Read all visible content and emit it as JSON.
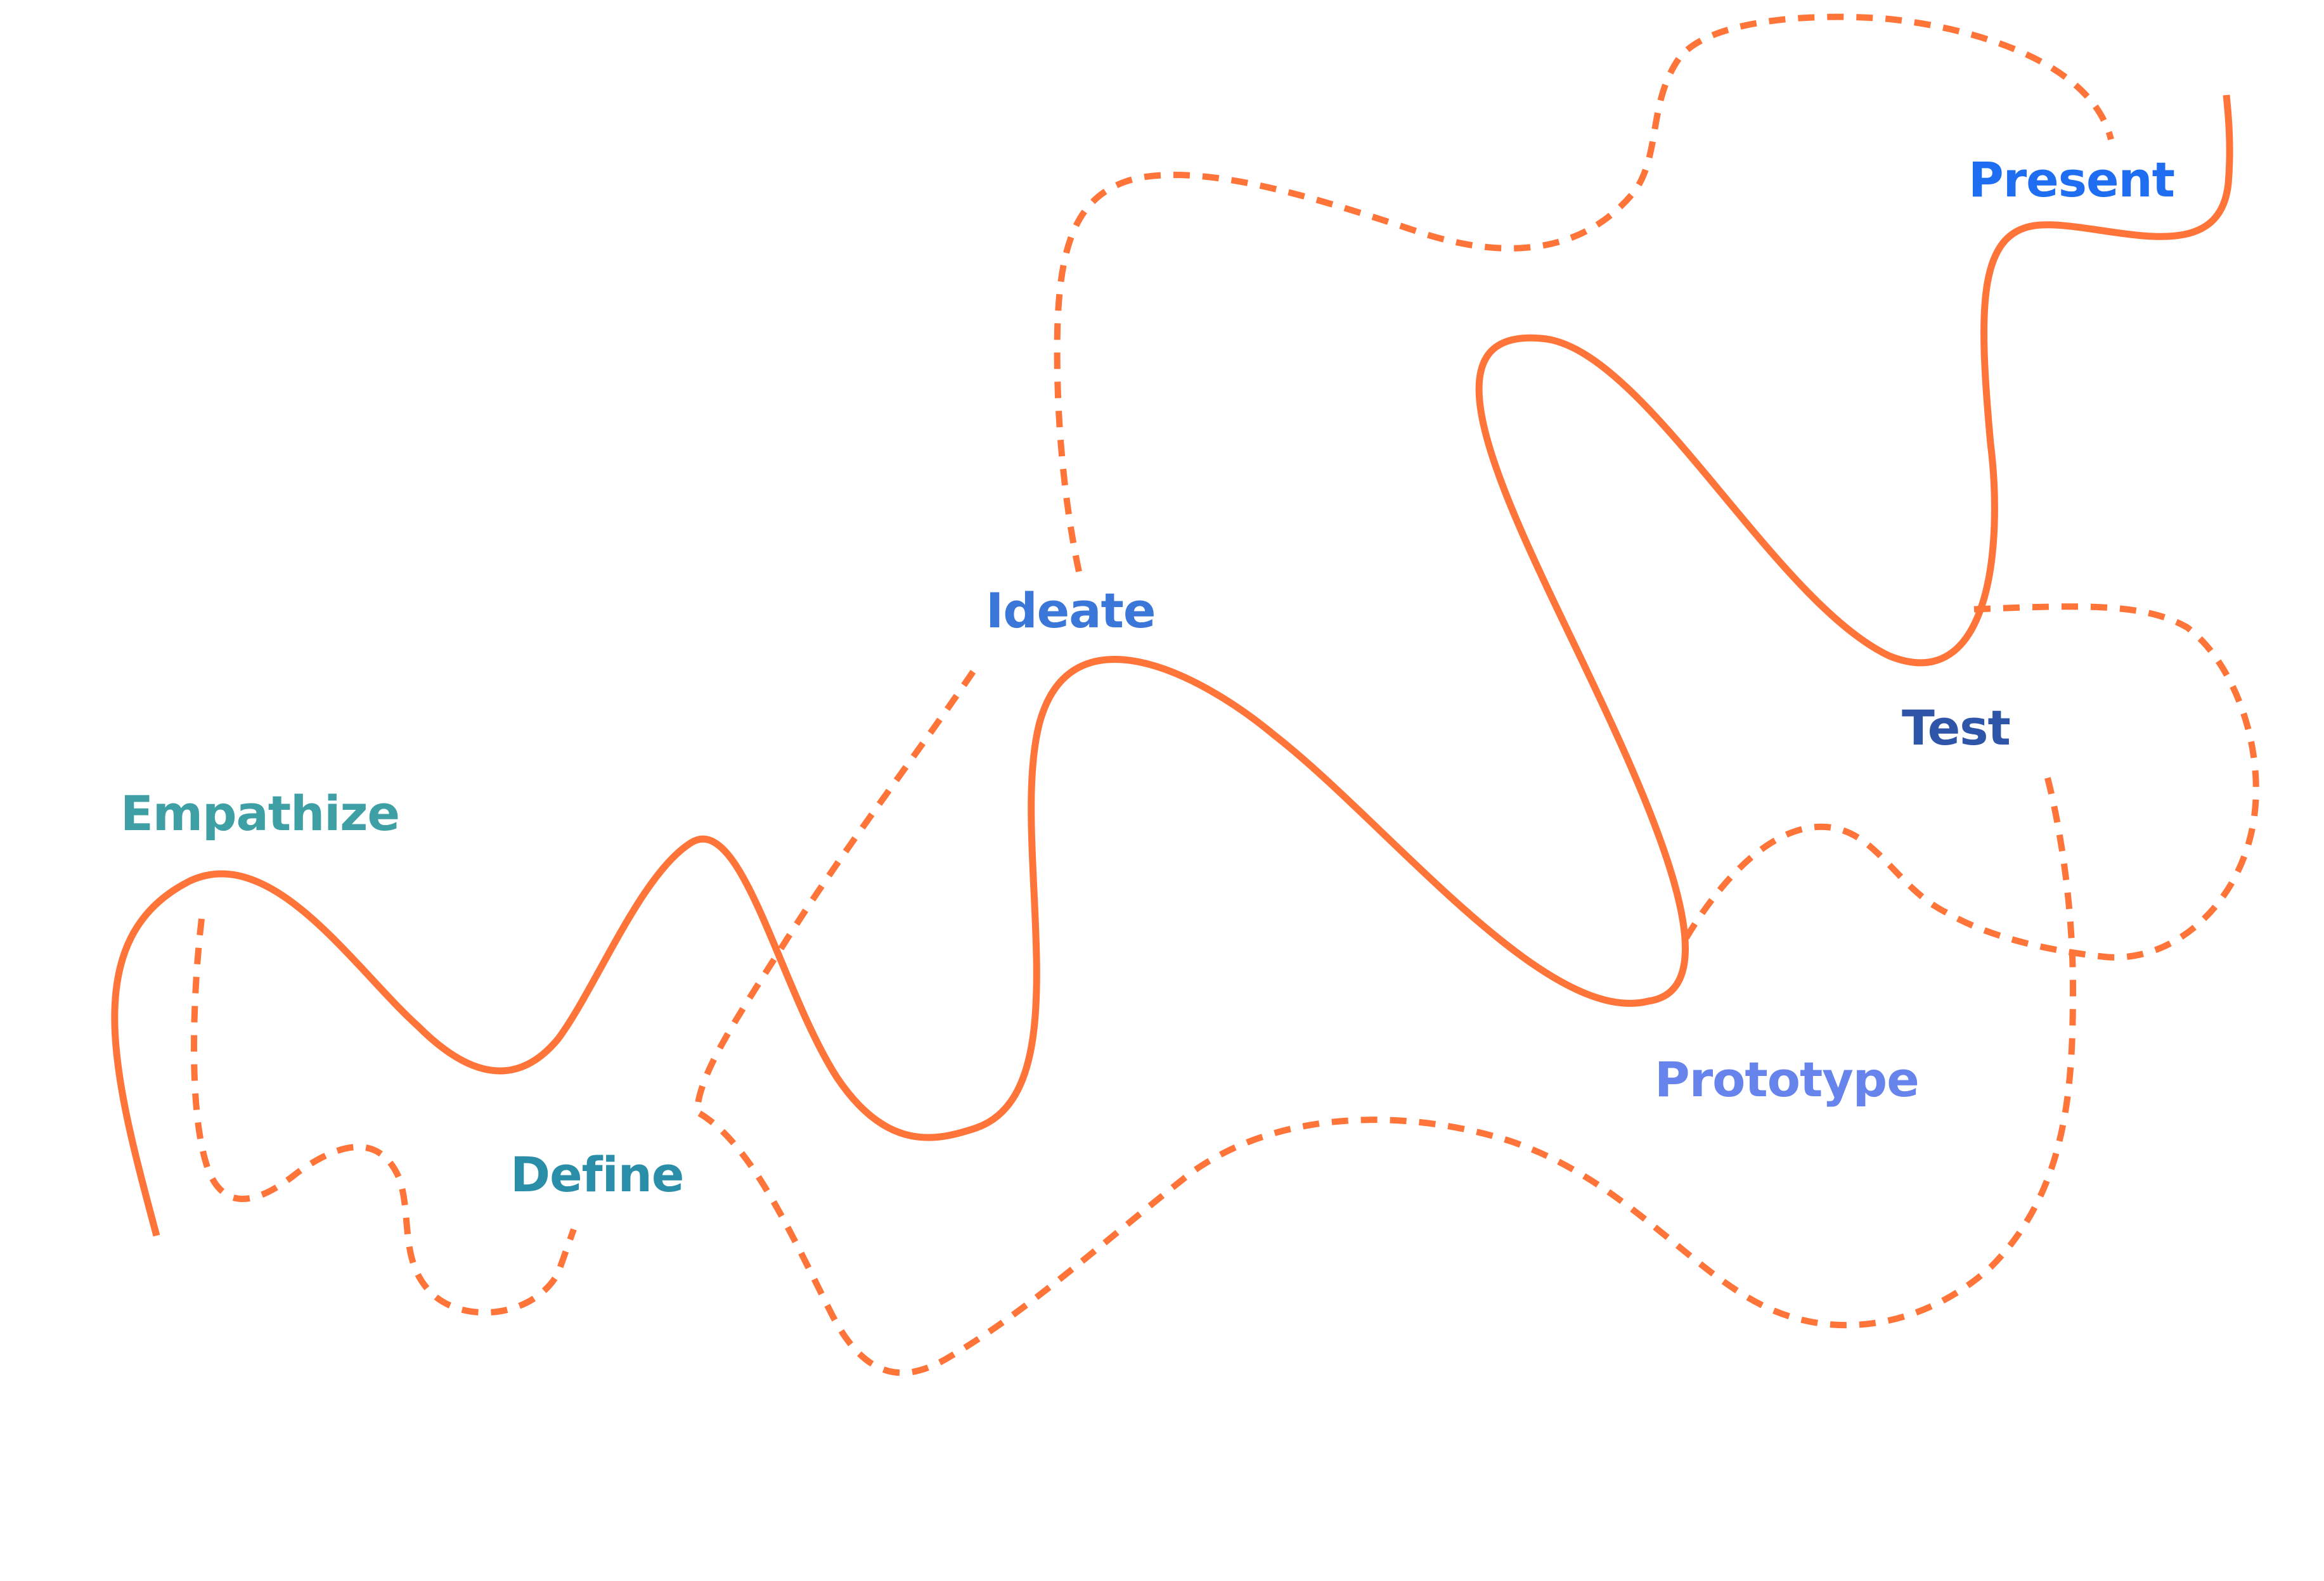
{
  "diagram": {
    "stages": [
      {
        "id": "empathize",
        "label": "Empathize",
        "color": "#3ea0a5"
      },
      {
        "id": "define",
        "label": "Define",
        "color": "#2b8ea8"
      },
      {
        "id": "ideate",
        "label": "Ideate",
        "color": "#3b77d8"
      },
      {
        "id": "prototype",
        "label": "Prototype",
        "color": "#6684ec"
      },
      {
        "id": "test",
        "label": "Test",
        "color": "#2e55a8"
      },
      {
        "id": "present",
        "label": "Present",
        "color": "#1f6ef2"
      }
    ],
    "colors": {
      "line": "#ff7439",
      "background": "#ffffff"
    }
  }
}
